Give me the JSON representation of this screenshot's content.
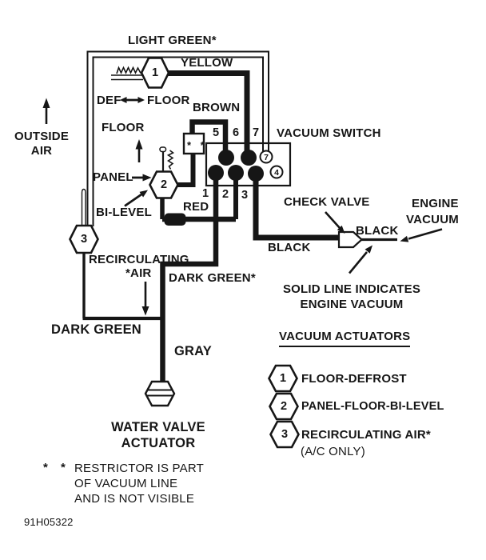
{
  "colors": {
    "ink": "#161616",
    "bg": "#ffffff"
  },
  "labels": {
    "light_green": "LIGHT GREEN*",
    "yellow": "YELLOW",
    "def": "DEF",
    "floor_def": "FLOOR",
    "brown": "BROWN",
    "outside_air_line1": "OUTSIDE",
    "outside_air_line2": "AIR",
    "floor_mid": "FLOOR",
    "panel": "PANEL",
    "bi_level": "BI-LEVEL",
    "red": "RED",
    "check_valve": "CHECK VALVE",
    "engine_vacuum_line1": "ENGINE",
    "engine_vacuum_line2": "VACUUM",
    "black_at_switch": "BLACK",
    "black_at_valve": "BLACK",
    "recirculating": "RECIRCULATING",
    "air_star": "*AIR",
    "dark_green_star": "DARK GREEN*",
    "solid_note_line1": "SOLID LINE INDICATES",
    "solid_note_line2": "ENGINE VACUUM",
    "dark_green": "DARK GREEN",
    "gray": "GRAY",
    "water_valve_line1": "WATER VALVE",
    "water_valve_line2": "ACTUATOR"
  },
  "vacuum_switch": {
    "title": "VACUUM SWITCH",
    "top_ports": [
      "5",
      "6",
      "7"
    ],
    "bottom_ports": [
      "1",
      "2",
      "3"
    ],
    "port7": "7",
    "port4": "4"
  },
  "legend": {
    "title": "VACUUM ACTUATORS",
    "items": [
      {
        "number": "1",
        "label": "FLOOR-DEFROST"
      },
      {
        "number": "2",
        "label": "PANEL-FLOOR-BI-LEVEL"
      },
      {
        "number": "3",
        "label": "RECIRCULATING AIR*",
        "note": "(A/C ONLY)"
      }
    ]
  },
  "footnote": {
    "bullet": "* *",
    "lines": [
      "RESTRICTOR IS PART",
      "OF VACUUM LINE",
      "AND IS NOT VISIBLE"
    ]
  },
  "figure_number": "91H05322"
}
